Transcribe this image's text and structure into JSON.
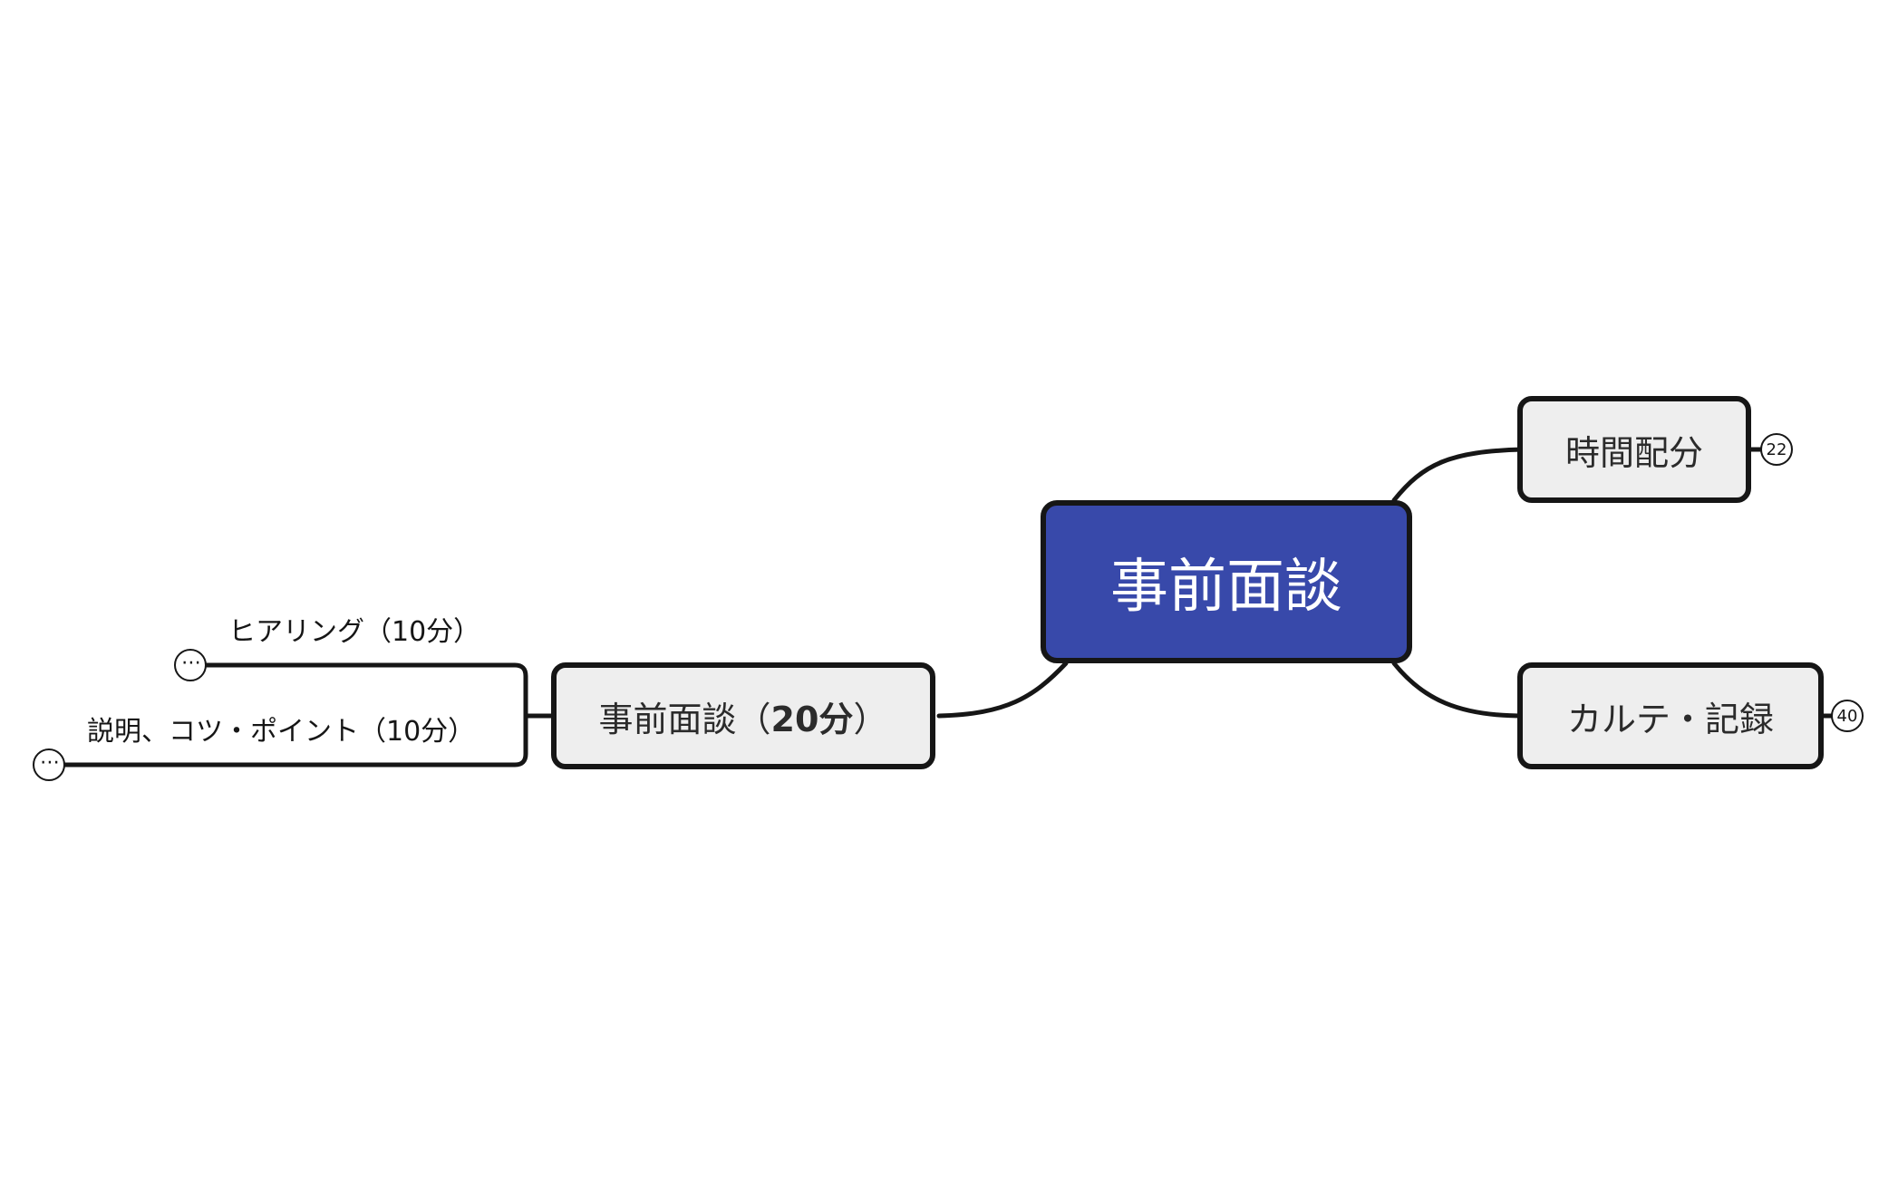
{
  "colors": {
    "root_fill": "#3849aa",
    "root_text": "#ffffff",
    "node_fill": "#eeeeee",
    "node_text": "#2b2b2b",
    "outline": "#161616",
    "background": "#ffffff"
  },
  "root": {
    "label": "事前面談"
  },
  "branches": {
    "time_allocation": {
      "label": "時間配分",
      "badge": "22"
    },
    "chart_record": {
      "label": "カルテ・記録",
      "badge": "40"
    },
    "pre_interview": {
      "label_prefix": "事前面談（",
      "label_emph": "20分",
      "label_suffix": "）",
      "children": [
        {
          "label": "ヒアリング（10分）",
          "collapse_icon": "ellipsis-icon",
          "collapse_glyph": "⋯"
        },
        {
          "label": "説明、コツ・ポイント（10分）",
          "collapse_icon": "ellipsis-icon",
          "collapse_glyph": "⋯"
        }
      ]
    }
  }
}
